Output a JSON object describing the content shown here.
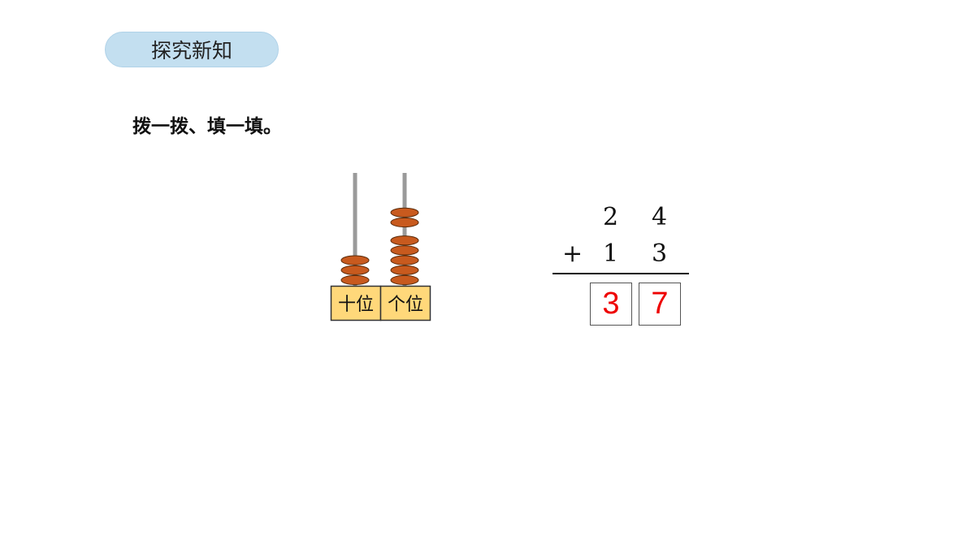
{
  "section": {
    "title": "探究新知"
  },
  "instruction": "拨一拨、填一填。",
  "abacus": {
    "tens_label": "十位",
    "ones_label": "个位",
    "tens_beads": 3,
    "ones_beads": 7,
    "bead_color": "#c85a1e",
    "rod_color": "#9a9a9a",
    "label_bg": "#ffd87a"
  },
  "addition": {
    "operator": "+",
    "top": {
      "tens": "2",
      "ones": "4"
    },
    "bottom": {
      "tens": "1",
      "ones": "3"
    },
    "answer": {
      "tens": "3",
      "ones": "7"
    },
    "answer_color": "#ee0000"
  }
}
